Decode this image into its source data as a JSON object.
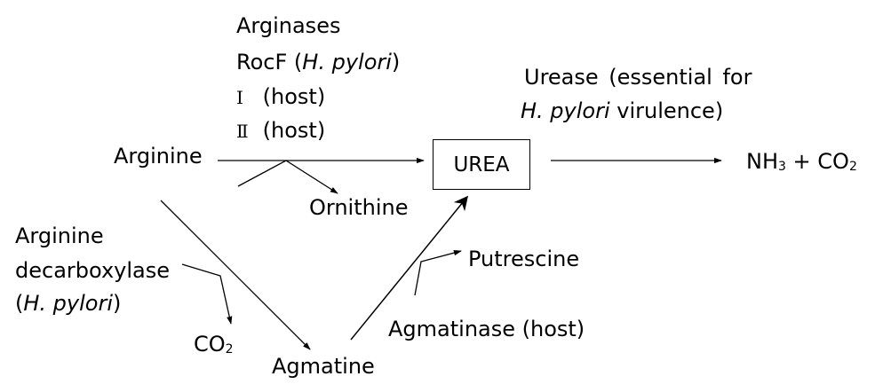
{
  "nodes": {
    "arginine": "Arginine",
    "urea": "UREA",
    "ornithine": "Ornithine",
    "putrescine": "Putrescine",
    "agmatine": "Agmatine",
    "nh3_part": "NH",
    "nh3_sub": "3",
    "plus": " + CO",
    "co2_sub": "2",
    "co2_main": "CO",
    "co2_main_sub": "2"
  },
  "enzymes": {
    "arginases": {
      "title": "Arginases",
      "rocf_prefix": "RocF (",
      "rocf_species": "H. pylori",
      "rocf_suffix": ")",
      "isoform1_numeral": "Ⅰ",
      "isoform1_text": "(host)",
      "isoform2_numeral": "Ⅱ",
      "isoform2_text": "(host)"
    },
    "urease": {
      "line1": "Urease (essential for",
      "line2_species": "H. pylori",
      "line2_rest": " virulence)"
    },
    "arginine_decarboxylase": {
      "line1": "Arginine",
      "line2": "decarboxylase",
      "line3_open": "(",
      "line3_species": "H. pylori",
      "line3_close": ")"
    },
    "agmatinase": "Agmatinase (host)"
  },
  "colors": {
    "ink": "#000000",
    "background": "#ffffff"
  }
}
